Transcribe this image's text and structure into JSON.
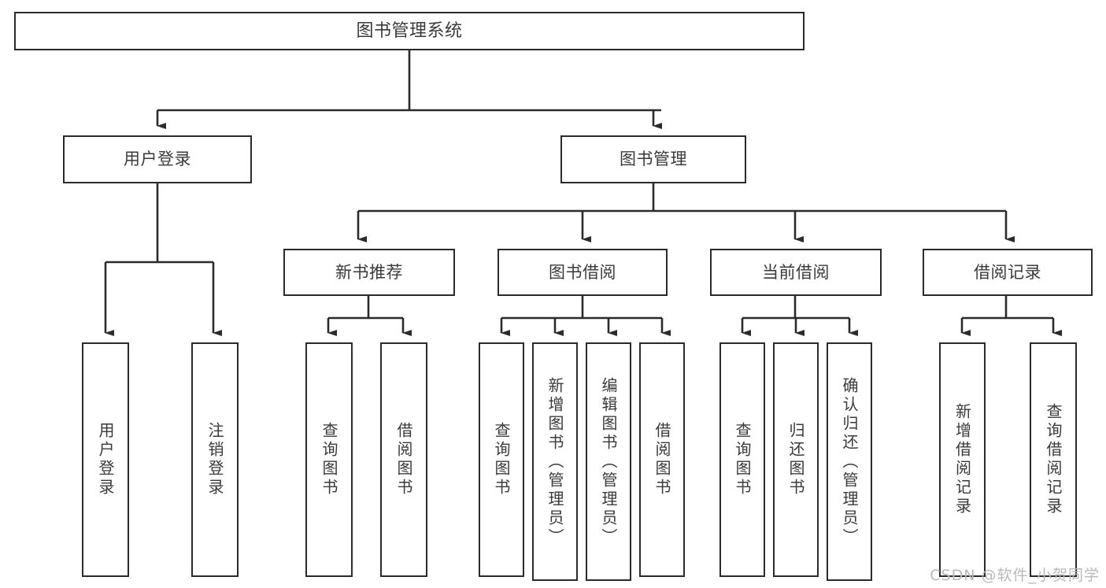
{
  "diagram": {
    "title": "图书管理系统",
    "type": "tree-hierarchy",
    "root": {
      "label": "图书管理系统"
    },
    "level1": [
      {
        "label": "用户登录"
      },
      {
        "label": "图书管理"
      }
    ],
    "level2": [
      {
        "label": "新书推荐"
      },
      {
        "label": "图书借阅"
      },
      {
        "label": "当前借阅"
      },
      {
        "label": "借阅记录"
      }
    ],
    "leaves": {
      "user_login": [
        {
          "label": "用户登录"
        },
        {
          "label": "注销登录"
        }
      ],
      "new_book_recommend": [
        {
          "label": "查询图书"
        },
        {
          "label": "借阅图书"
        }
      ],
      "book_borrow": [
        {
          "label": "查询图书"
        },
        {
          "label": "新增图书（管理员）"
        },
        {
          "label": "编辑图书（管理员）"
        },
        {
          "label": "借阅图书"
        }
      ],
      "current_borrow": [
        {
          "label": "查询图书"
        },
        {
          "label": "归还图书"
        },
        {
          "label": "确认归还（管理员）"
        }
      ],
      "borrow_record": [
        {
          "label": "新增借阅记录"
        },
        {
          "label": "查询借阅记录"
        }
      ]
    },
    "watermark": "CSDN @软件_小贺同学",
    "colors": {
      "stroke": "#2b2b2b",
      "text": "#3a3a3a",
      "background": "#ffffff",
      "watermark": "#b9b9b9"
    }
  }
}
